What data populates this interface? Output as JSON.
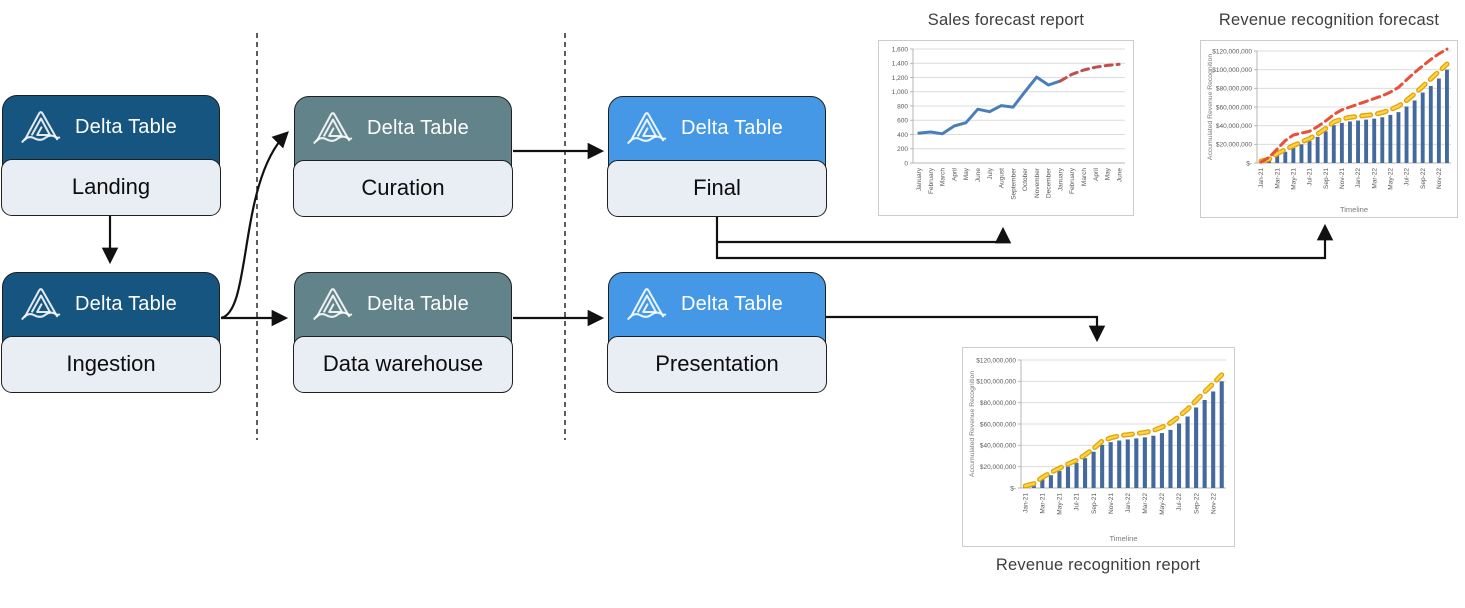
{
  "diagram": {
    "delta_label": "Delta Table",
    "stage_colors": {
      "raw": "#175581",
      "curated": "#618389",
      "presentation": "#4598e5",
      "body": "#e9edf4"
    },
    "nodes": [
      {
        "id": "landing",
        "label": "Landing",
        "stage": "raw"
      },
      {
        "id": "ingestion",
        "label": "Ingestion",
        "stage": "raw"
      },
      {
        "id": "curation",
        "label": "Curation",
        "stage": "curated"
      },
      {
        "id": "data-warehouse",
        "label": "Data warehouse",
        "stage": "curated"
      },
      {
        "id": "final",
        "label": "Final",
        "stage": "presentation"
      },
      {
        "id": "presentation",
        "label": "Presentation",
        "stage": "presentation"
      }
    ]
  },
  "chart_data": [
    {
      "type": "line",
      "title": "Sales forecast report",
      "xlabel": "",
      "ylabel": "",
      "ylim": [
        0,
        1600
      ],
      "grid": "horizontal",
      "legend": "none",
      "categories": [
        "January",
        "February",
        "March",
        "April",
        "May",
        "June",
        "July",
        "August",
        "September",
        "October",
        "November",
        "December",
        "January",
        "February",
        "March",
        "April",
        "May",
        "June"
      ],
      "yticks": [
        {
          "v": 0,
          "label": "0"
        },
        {
          "v": 200,
          "label": "200"
        },
        {
          "v": 400,
          "label": "400"
        },
        {
          "v": 600,
          "label": "600"
        },
        {
          "v": 800,
          "label": "800"
        },
        {
          "v": 1000,
          "label": "1,000"
        },
        {
          "v": 1200,
          "label": "1,200"
        },
        {
          "v": 1400,
          "label": "1,400"
        },
        {
          "v": 1600,
          "label": "1,600"
        }
      ],
      "series": [
        {
          "name": "Actual sales (solid blue line)",
          "kind": "line",
          "color": "#4A7EBB",
          "width": 3,
          "values": [
            420,
            435,
            410,
            520,
            565,
            755,
            720,
            805,
            785,
            1000,
            1205,
            1095,
            1150,
            null,
            null,
            null,
            null,
            null
          ]
        },
        {
          "name": "Forecast sales (dashed red line)",
          "kind": "line",
          "color": "#C0504D",
          "width": 3,
          "dash": "7 5",
          "values": [
            null,
            null,
            null,
            null,
            null,
            null,
            null,
            null,
            null,
            null,
            null,
            null,
            1150,
            1245,
            1305,
            1345,
            1370,
            1385
          ]
        }
      ]
    },
    {
      "type": "combo",
      "title": "Revenue recognition forecast",
      "xlabel": "Timeline",
      "ylabel": "Accumulated Revenue Recognition",
      "unit": "USD, values stored in millions",
      "ylim": [
        0,
        120
      ],
      "grid": "horizontal",
      "legend": "none",
      "x_tick_every": 2,
      "categories": [
        "Jan-21",
        "Feb-21",
        "Mar-21",
        "Apr-21",
        "May-21",
        "Jun-21",
        "Jul-21",
        "Aug-21",
        "Sep-21",
        "Oct-21",
        "Nov-21",
        "Dec-21",
        "Jan-22",
        "Feb-22",
        "Mar-22",
        "Apr-22",
        "May-22",
        "Jun-22",
        "Jul-22",
        "Aug-22",
        "Sep-22",
        "Oct-22",
        "Nov-22",
        "Dec-22"
      ],
      "yticks": [
        {
          "v": 0,
          "label": "$-"
        },
        {
          "v": 20,
          "label": "$20,000,000"
        },
        {
          "v": 40,
          "label": "$40,000,000"
        },
        {
          "v": 60,
          "label": "$60,000,000"
        },
        {
          "v": 80,
          "label": "$80,000,000"
        },
        {
          "v": 100,
          "label": "$100,000,000"
        },
        {
          "v": 120,
          "label": "$120,000,000"
        }
      ],
      "series": [
        {
          "name": "Accumulated revenue recognition (blue bars)",
          "kind": "bar",
          "color": "#44699D",
          "values": [
            1,
            2.5,
            8,
            12,
            16,
            20,
            23.5,
            28,
            34,
            40.5,
            43,
            44.5,
            45.5,
            46.5,
            47.5,
            49,
            51.5,
            54.5,
            60.5,
            67,
            75.5,
            82.5,
            90.5,
            100
          ]
        },
        {
          "name": "Yellow dashed trend line",
          "kind": "line",
          "color": "#E2A400",
          "core": "#FFD24D",
          "width": 5,
          "dash": "9 7",
          "values": [
            2,
            4,
            10,
            14.5,
            18.5,
            22.5,
            26,
            31,
            37,
            44,
            47,
            49,
            50,
            51,
            52,
            54,
            57,
            61,
            67,
            74,
            82,
            90,
            98,
            106
          ]
        },
        {
          "name": "Red dashed forecast line",
          "kind": "line",
          "color": "#E8503C",
          "width": 3,
          "dash": "8 5",
          "values": [
            1,
            6,
            15,
            24,
            30,
            32,
            34,
            39,
            45,
            52,
            57,
            60,
            63,
            66,
            69,
            72,
            76,
            81,
            89,
            97,
            104,
            111,
            117,
            122
          ]
        }
      ]
    },
    {
      "type": "combo",
      "title": "Revenue recognition report",
      "title_position": "bottom",
      "xlabel": "Timeline",
      "ylabel": "Accumulated Revenue Recognition",
      "unit": "USD, values stored in millions",
      "ylim": [
        0,
        120
      ],
      "grid": "horizontal",
      "legend": "none",
      "x_tick_every": 2,
      "categories": [
        "Jan-21",
        "Feb-21",
        "Mar-21",
        "Apr-21",
        "May-21",
        "Jun-21",
        "Jul-21",
        "Aug-21",
        "Sep-21",
        "Oct-21",
        "Nov-21",
        "Dec-21",
        "Jan-22",
        "Feb-22",
        "Mar-22",
        "Apr-22",
        "May-22",
        "Jun-22",
        "Jul-22",
        "Aug-22",
        "Sep-22",
        "Oct-22",
        "Nov-22",
        "Dec-22"
      ],
      "yticks": [
        {
          "v": 0,
          "label": "$-"
        },
        {
          "v": 20,
          "label": "$20,000,000"
        },
        {
          "v": 40,
          "label": "$40,000,000"
        },
        {
          "v": 60,
          "label": "$60,000,000"
        },
        {
          "v": 80,
          "label": "$80,000,000"
        },
        {
          "v": 100,
          "label": "$100,000,000"
        },
        {
          "v": 120,
          "label": "$120,000,000"
        }
      ],
      "series": [
        {
          "name": "Accumulated revenue recognition (blue bars)",
          "kind": "bar",
          "color": "#44699D",
          "values": [
            1,
            2.5,
            8,
            12,
            16,
            20,
            23.5,
            28,
            34,
            40.5,
            43,
            44.5,
            45.5,
            46.5,
            47.5,
            49,
            51.5,
            54.5,
            60.5,
            67,
            75.5,
            82.5,
            90.5,
            100
          ]
        },
        {
          "name": "Yellow dashed trend line",
          "kind": "line",
          "color": "#E2A400",
          "core": "#FFD24D",
          "width": 5,
          "dash": "9 7",
          "values": [
            2,
            4,
            10,
            14.5,
            18.5,
            22.5,
            26,
            31,
            37,
            44,
            47,
            49,
            50,
            51,
            52,
            54,
            57,
            61,
            67,
            74,
            82,
            90,
            98,
            106
          ]
        }
      ]
    }
  ]
}
